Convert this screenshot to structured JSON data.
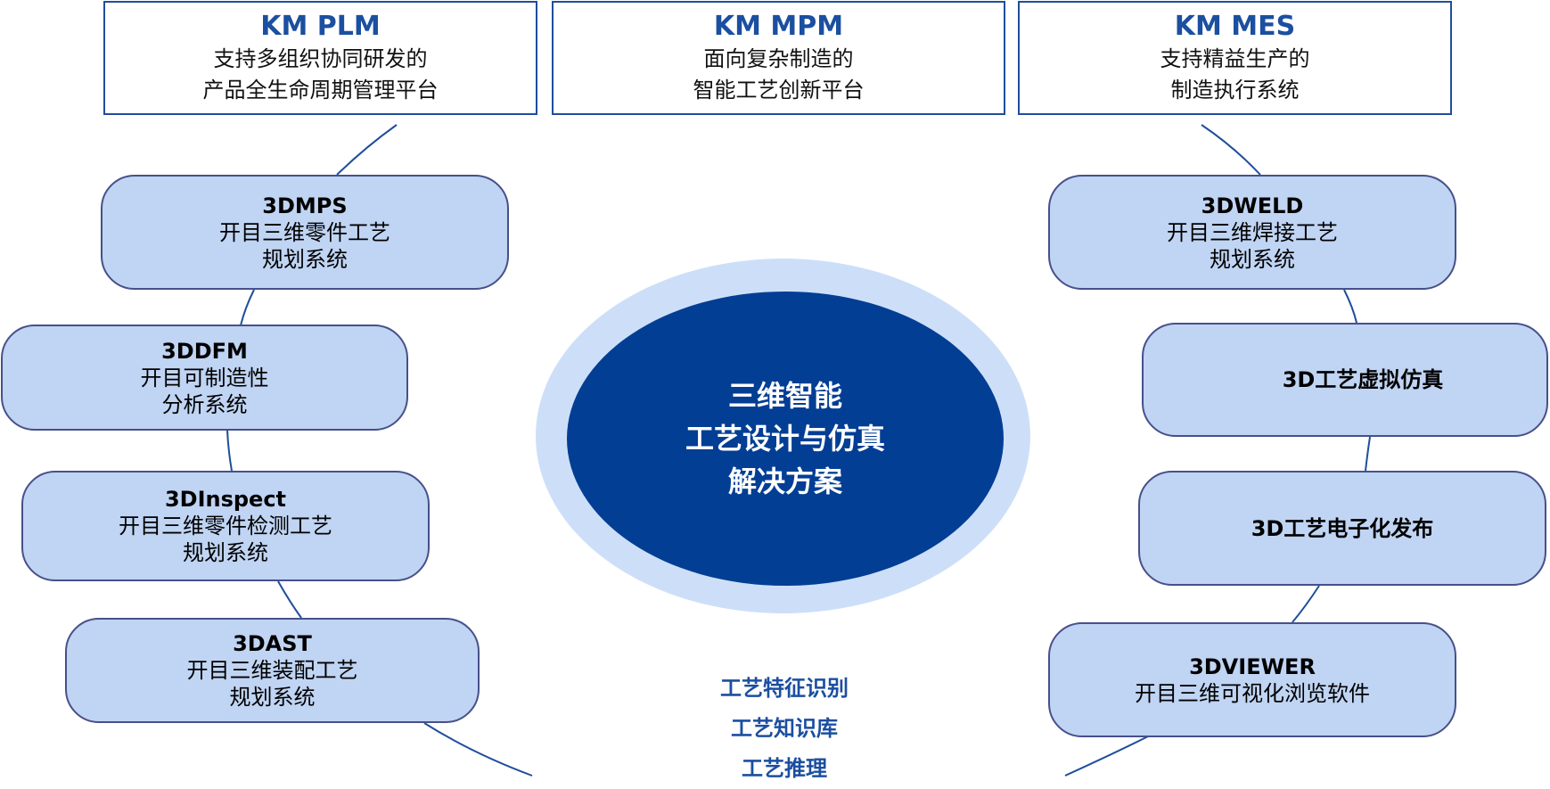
{
  "top_boxes": [
    {
      "title": "KM PLM",
      "lines": [
        "支持多组织协同研发的",
        "产品全生命周期管理平台"
      ]
    },
    {
      "title": "KM MPM",
      "lines": [
        "面向复杂制造的",
        "智能工艺创新平台"
      ]
    },
    {
      "title": "KM MES",
      "lines": [
        "支持精益生产的",
        "制造执行系统"
      ]
    }
  ],
  "center": {
    "lines": [
      "三维智能",
      "工艺设计与仿真",
      "解决方案"
    ]
  },
  "left_modules": [
    {
      "title": "3DMPS",
      "lines": [
        "开目三维零件工艺",
        "规划系统"
      ]
    },
    {
      "title": "3DDFM",
      "lines": [
        "开目可制造性",
        "分析系统"
      ]
    },
    {
      "title": "3DInspect",
      "lines": [
        "开目三维零件检测工艺",
        "规划系统"
      ]
    },
    {
      "title": "3DAST",
      "lines": [
        "开目三维装配工艺",
        "规划系统"
      ]
    }
  ],
  "right_modules": [
    {
      "title": "3DWELD",
      "lines": [
        "开目三维焊接工艺",
        "规划系统"
      ]
    },
    {
      "title": "3D工艺虚拟仿真",
      "lines": []
    },
    {
      "title": "3D工艺电子化发布",
      "lines": []
    },
    {
      "title": "3DVIEWER",
      "lines": [
        "开目三维可视化浏览软件"
      ]
    }
  ],
  "features": [
    "工艺特征识别",
    "工艺知识库",
    "工艺推理"
  ],
  "colors": {
    "accent": "#1b4fa0",
    "module_fill": "#c0d4f3",
    "module_border": "#47508a",
    "center_dark": "#023e94",
    "center_light": "#cddff8"
  }
}
